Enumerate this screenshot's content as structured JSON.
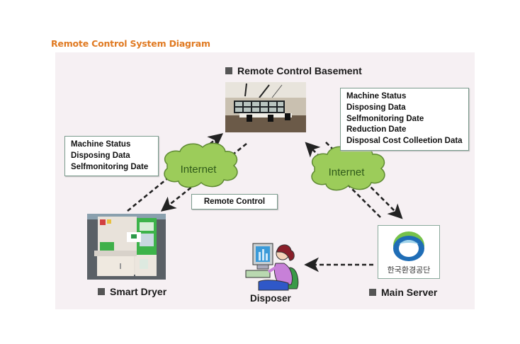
{
  "title": "Remote Control System Diagram",
  "colors": {
    "title": "#e07a22",
    "panel_bg": "#f6f0f3",
    "cloud_fill": "#9ccc5a",
    "cloud_text": "#2f5a1a",
    "box_border": "#7a9a8c"
  },
  "nodes": {
    "basement": {
      "label": "Remote Control Basement",
      "image": "control-room-photo"
    },
    "dryer": {
      "label": "Smart Dryer",
      "image": "smart-dryer-photo"
    },
    "server": {
      "label": "Main Server",
      "image": "korea-environment-corporation-logo",
      "logo_text": "한국환경공단"
    },
    "disposer": {
      "label": "Disposer",
      "image": "person-at-computer-clipart"
    }
  },
  "left_info": {
    "lines": [
      "Machine Status",
      "Disposing Data",
      "Selfmonitoring Date"
    ]
  },
  "right_info": {
    "lines": [
      "Machine Status",
      "Disposing Data",
      "Selfmonitoring Date",
      "Reduction Date",
      "Disposal Cost Colleetion Data"
    ]
  },
  "clouds": {
    "left": "Internet",
    "right": "Internet"
  },
  "remote_control_label": "Remote Control"
}
